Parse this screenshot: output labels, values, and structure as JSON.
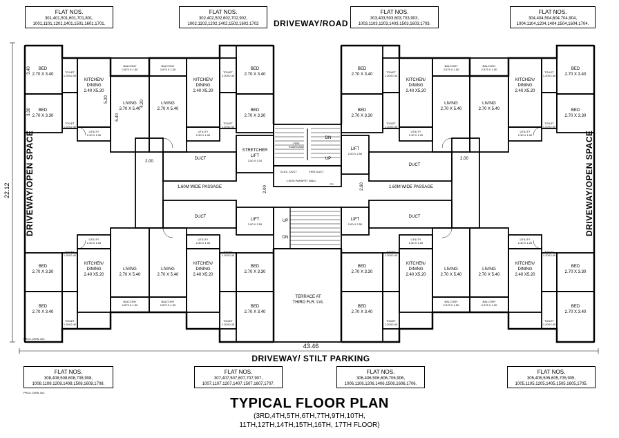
{
  "flat_boxes": {
    "top_left": {
      "heading": "FLAT NOS.",
      "line1": "301,401,501,601,701,801,",
      "line2": "1001,1101,1201,1401,1501,1601,1701."
    },
    "top_mid_left": {
      "heading": "FLAT NOS.",
      "line1": "302,402,502,602,702,902,",
      "line2": "1002,1102,1202,1402,1502,1602,1702"
    },
    "top_mid_right": {
      "heading": "FLAT NOS.",
      "line1": "303,403,503,603,703,903,",
      "line2": "1003,1103,1203,1403,1503,1603,1703."
    },
    "top_right": {
      "heading": "FLAT NOS.",
      "line1": "304,404,504,604,704,904,",
      "line2": "1004,1104,1204,1404,1504,1604,1704."
    },
    "bottom_left": {
      "heading": "FLAT NOS.",
      "line1": "308,408,508,608,708,908,",
      "line2": "1008,1108,1208,1408,1508,1608,1708."
    },
    "bottom_mid_left": {
      "heading": "FLAT NOS.",
      "line1": "307,407,507,607,707,907,",
      "line2": "1007,1107,1207,1407,1507,1607,1707."
    },
    "bottom_mid_right": {
      "heading": "FLAT NOS.",
      "line1": "306,406,506,606,706,906,",
      "line2": "1006,1106,1206,1406,1506,1606,1706."
    },
    "bottom_right": {
      "heading": "FLAT NOS.",
      "line1": "305,405,505,605,705,905,",
      "line2": "1005,1105,1205,1405,1505,1605,1705."
    }
  },
  "road_top": "DRIVEWAY/ROAD",
  "road_bottom": "DRIVEWAY/ STILT PARKING",
  "open_space_left": "DRIVEWAY/OPEN SPACE",
  "open_space_right": "DRIVEWAY/OPEN SPACE",
  "dim_height": "22.12",
  "dim_width": "43.46",
  "title": "TYPICAL FLOOR PLAN",
  "subtitle_line1": "(3RD,4TH,5TH,6TH,7TH,9TH,10TH,",
  "subtitle_line2": "11TH,12TH,14TH,15TH,16TH, 17TH FLOOR)",
  "rooms": {
    "bed_340": "BED",
    "bed_340_size": "2.70 X 3.40",
    "bed_330": "BED",
    "bed_330_size": "2.70 X 3.30",
    "kitchen": "KITCHEN/",
    "kitchen2": "DINING",
    "kitchen_size": "2.40 X5.20",
    "living": "LIVING",
    "living_size": "2.70 X 5.40",
    "balcony": "BALCONY",
    "balcony_size": "2.675 X 1.50",
    "toilet": "TOILET",
    "toilet_size": "1.20X2.40",
    "utility": "UTILITY",
    "utility_size": "2.30 X 1.00",
    "duct": "DUCT",
    "passage": "1.60M WIDE PASSAGE",
    "stretcher_lift": "STRETCHER",
    "stretcher_lift2": "LIFT",
    "stretcher_size": "2.00 X 3.10",
    "lift": "LIFT",
    "lift_size": "2.00 X 2.50",
    "fire_staircase": "FIRE",
    "fire_staircase2": "STAIRCASE",
    "elec_duct": "ELEC. DUCT",
    "fire_duct": "FIRE DUCT",
    "parapet": "1.50 M PARAPET WALL",
    "terrace": "TERRACE AT",
    "terrace2": "THIRD FLR. LVL",
    "up": "UP",
    "dn": "DN",
    "fd": "FD"
  },
  "dims": {
    "d200": "2.00",
    "d260": "2.60",
    "d540": "5.40",
    "d520": "5.20",
    "d420": "4.20",
    "d340": "3.40",
    "d330": "3.30"
  },
  "stamp": "PROJ. DRW. NO."
}
